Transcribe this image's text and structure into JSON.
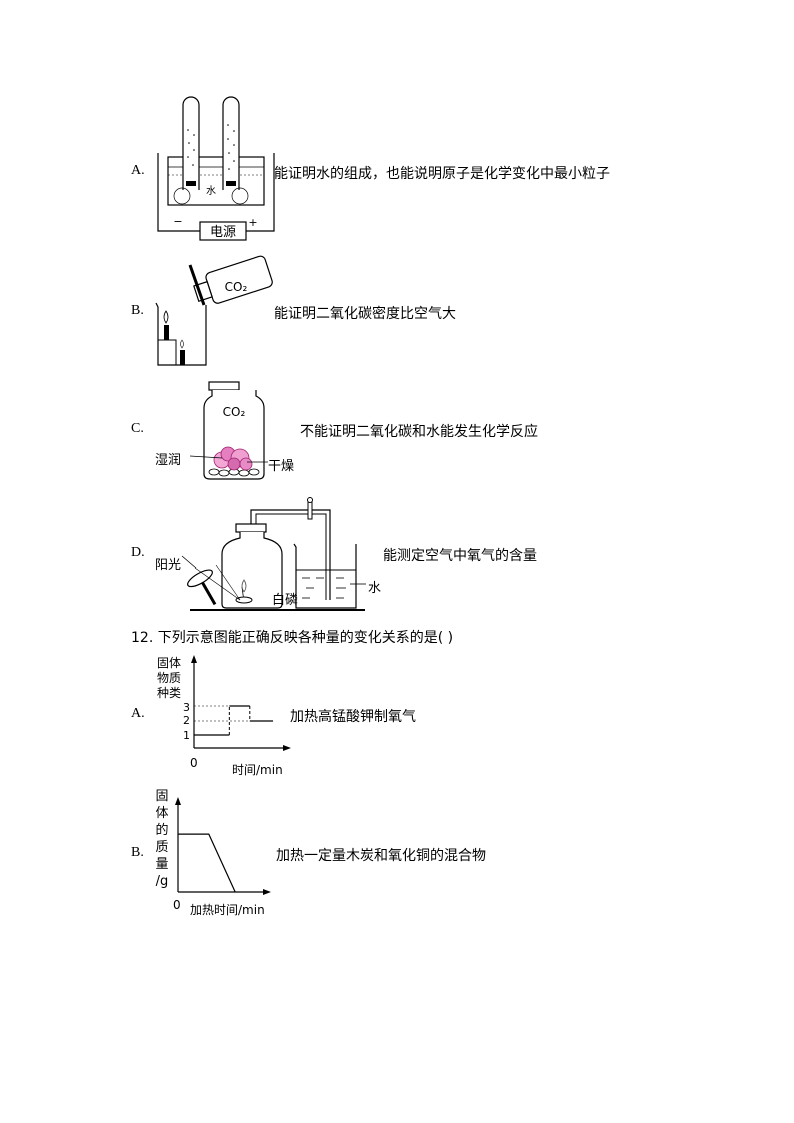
{
  "q11": {
    "options": [
      {
        "letter": "A.",
        "text": "能证明水的组成，也能说明原子是化学变化中最小粒子",
        "labels": {
          "water": "水",
          "power": "电源",
          "minus": "−",
          "plus": "+"
        }
      },
      {
        "letter": "B.",
        "text": "能证明二氧化碳密度比空气大",
        "labels": {
          "gas": "CO₂"
        }
      },
      {
        "letter": "C.",
        "text": "不能证明二氧化碳和水能发生化学反应",
        "labels": {
          "gas": "CO₂",
          "wet": "湿润",
          "dry": "干燥"
        }
      },
      {
        "letter": "D.",
        "text": "能测定空气中氧气的含量",
        "labels": {
          "sunlight": "阳光",
          "phosphorus": "白磷",
          "water": "水"
        }
      }
    ]
  },
  "q12": {
    "stem": "12. 下列示意图能正确反映各种量的变化关系的是(    )",
    "options": [
      {
        "letter": "A.",
        "text": "加热高锰酸钾制氧气",
        "y_label_lines": [
          "固体",
          "物质",
          "种类"
        ],
        "x_label": "时间/min",
        "origin": "0",
        "y_ticks": [
          "3",
          "2",
          "1"
        ]
      },
      {
        "letter": "B.",
        "text": "加热一定量木炭和氧化铜的混合物",
        "y_label_lines": [
          "固",
          "体",
          "的",
          "质",
          "量",
          "/g"
        ],
        "x_label": "加热时间/min",
        "origin": "0"
      }
    ]
  },
  "chart_data": [
    {
      "type": "line",
      "title": "",
      "xlabel": "时间/min",
      "ylabel": "固体物质种类",
      "yticks": [
        1,
        2,
        3
      ],
      "series": [
        {
          "segments": [
            {
              "x": [
                0,
                0.38
              ],
              "y": [
                1,
                1
              ]
            },
            {
              "x": [
                0.38,
                0.6
              ],
              "y": [
                3,
                3
              ]
            },
            {
              "x": [
                0.6,
                0.85
              ],
              "y": [
                2,
                2
              ]
            }
          ]
        }
      ]
    },
    {
      "type": "line",
      "title": "",
      "xlabel": "加热时间/min",
      "ylabel": "固体的质量/g",
      "series": [
        {
          "x": [
            0,
            0.35,
            0.65
          ],
          "y": [
            0.65,
            0.65,
            0
          ]
        }
      ]
    }
  ]
}
